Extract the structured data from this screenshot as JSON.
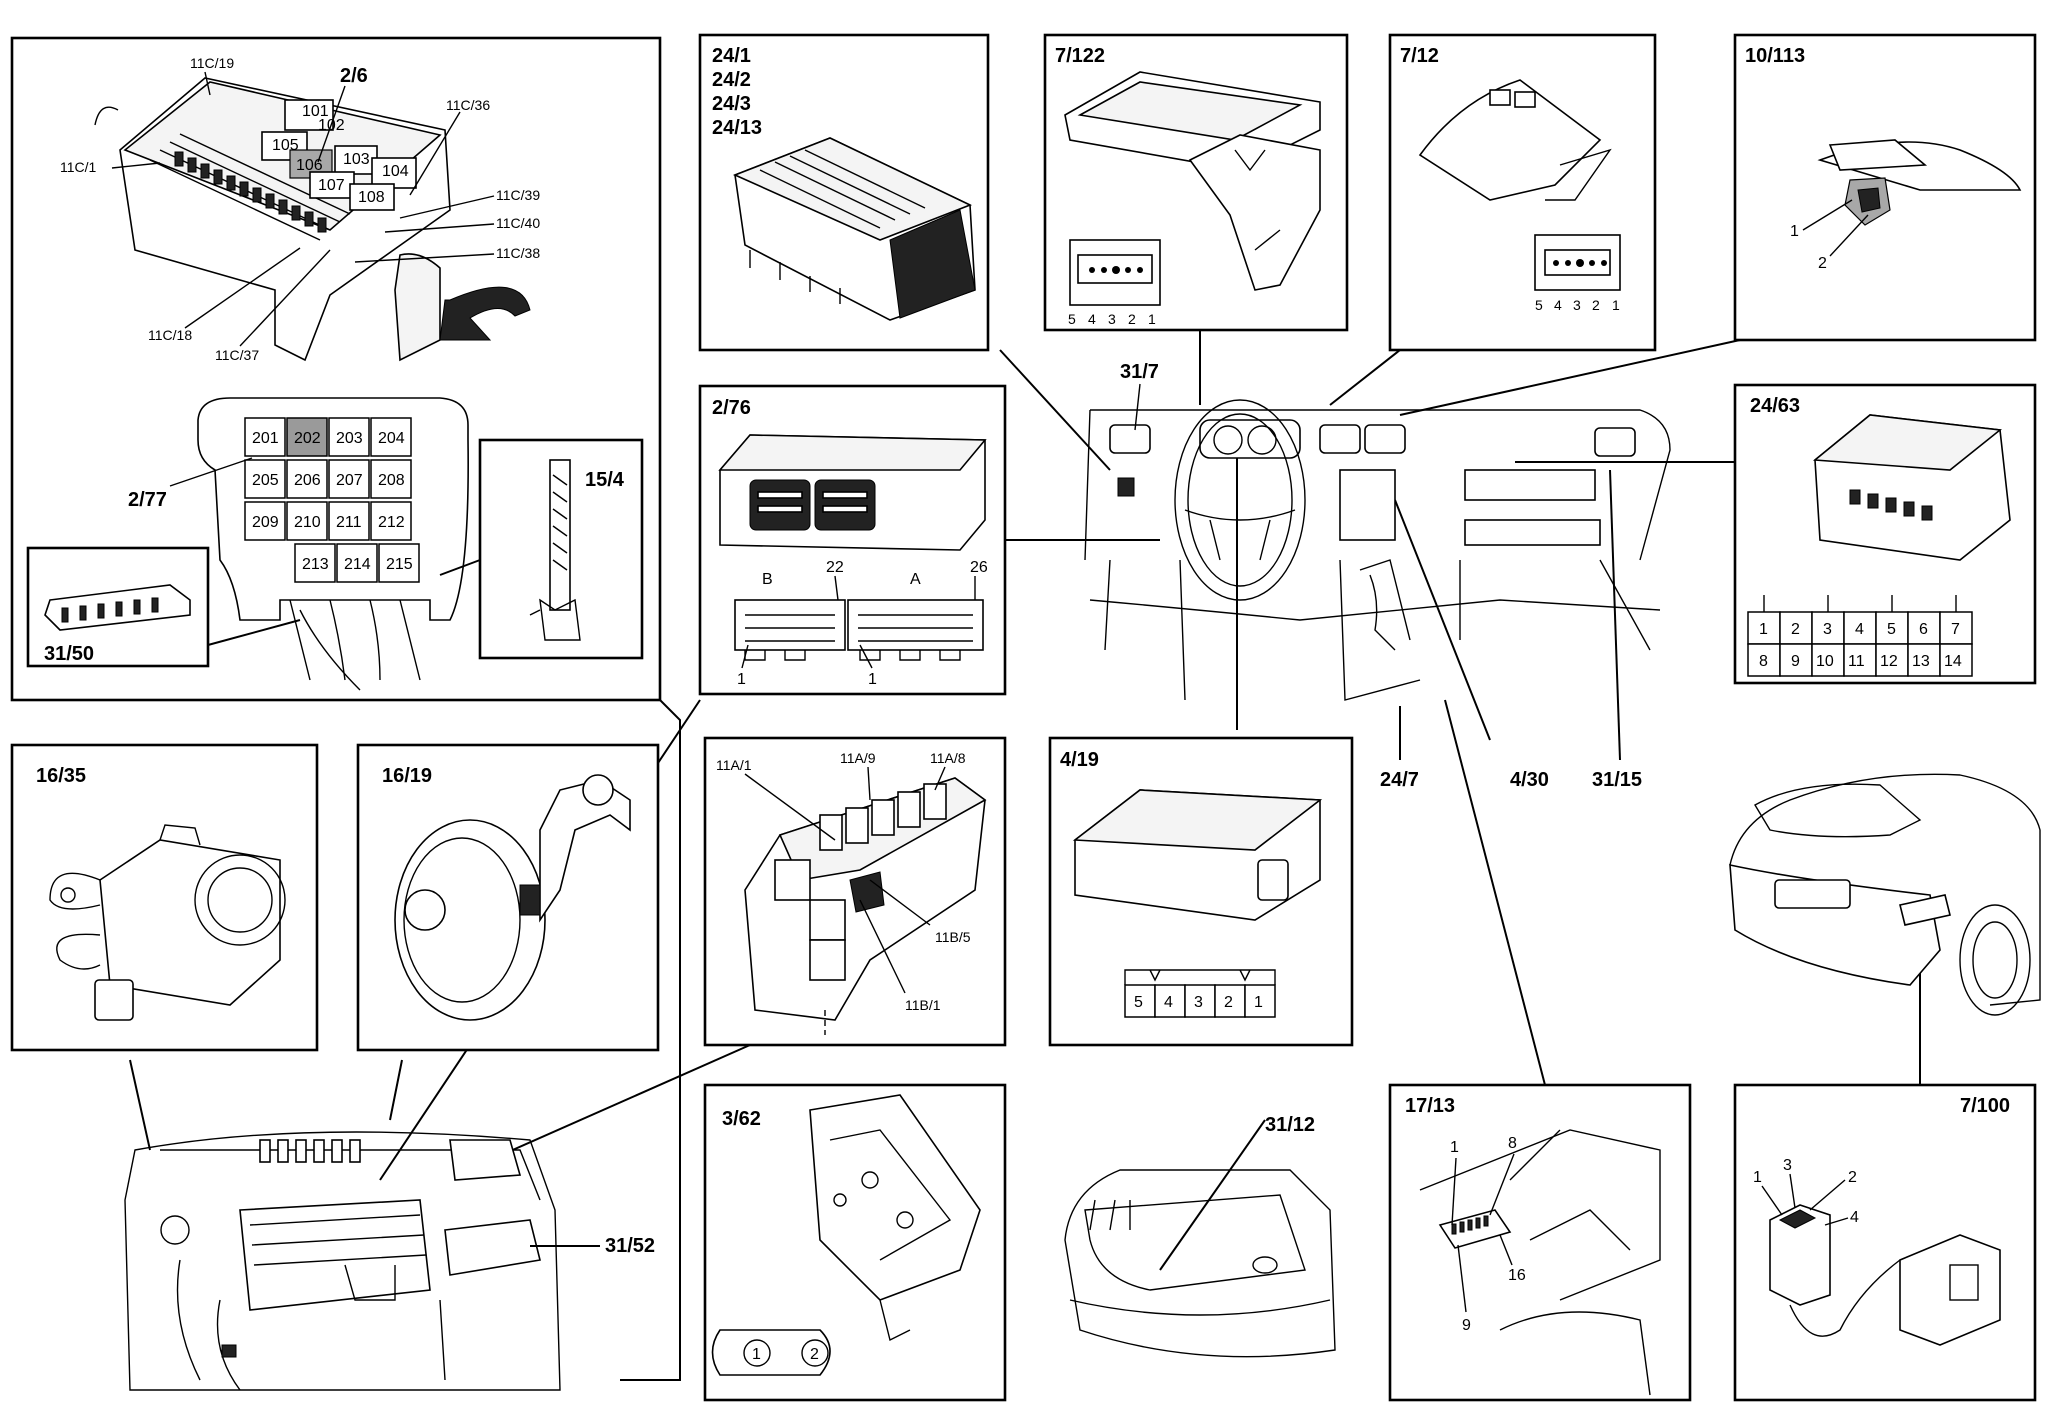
{
  "components": {
    "p2_6": "2/6",
    "p2_77": "2/77",
    "p15_4": "15/4",
    "p31_50": "31/50",
    "p24_1": "24/1",
    "p24_2": "24/2",
    "p24_3": "24/3",
    "p24_13": "24/13",
    "p7_122": "7/122",
    "p7_12": "7/12",
    "p10_113": "10/113",
    "p31_7": "31/7",
    "p2_76": "2/76",
    "p24_63": "24/63",
    "p16_35": "16/35",
    "p16_19": "16/19",
    "p4_19": "4/19",
    "p24_7": "24/7",
    "p4_30": "4/30",
    "p31_15": "31/15",
    "p3_62": "3/62",
    "p31_12": "31/12",
    "p17_13": "17/13",
    "p7_100": "7/100",
    "p31_52": "31/52"
  },
  "fusebox": {
    "c11c19": "11C/19",
    "c11c1": "11C/1",
    "c11c36": "11C/36",
    "c11c39": "11C/39",
    "c11c40": "11C/40",
    "c11c38": "11C/38",
    "c11c18": "11C/18",
    "c11c37": "11C/37",
    "relays_top": [
      "101",
      "102",
      "105",
      "106",
      "103",
      "104",
      "107",
      "108"
    ],
    "relays_bottom": [
      "201",
      "202",
      "203",
      "204",
      "205",
      "206",
      "207",
      "208",
      "209",
      "210",
      "211",
      "212",
      "213",
      "214",
      "215"
    ]
  },
  "relaybox": {
    "c11a1": "11A/1",
    "c11a9": "11A/9",
    "c11a8": "11A/8",
    "c11b5": "11B/5",
    "c11b1": "11B/1"
  },
  "connector_2_76": {
    "b": "B",
    "a": "A",
    "n22": "22",
    "n26": "26",
    "n1a": "1",
    "n1b": "1"
  },
  "connector_5pin": [
    "5",
    "4",
    "3",
    "2",
    "1"
  ],
  "pins_10_113": [
    "1",
    "2"
  ],
  "grid_24_63": [
    [
      "1",
      "2",
      "3",
      "4",
      "5",
      "6",
      "7"
    ],
    [
      "8",
      "9",
      "10",
      "11",
      "12",
      "13",
      "14"
    ]
  ],
  "pins_4_19": [
    "5",
    "4",
    "3",
    "2",
    "1"
  ],
  "pins_3_62": [
    "1",
    "2"
  ],
  "pins_17_13": {
    "a": "1",
    "b": "8",
    "c": "9",
    "d": "16"
  },
  "pins_7_100": {
    "a": "1",
    "b": "3",
    "c": "2",
    "d": "4"
  }
}
